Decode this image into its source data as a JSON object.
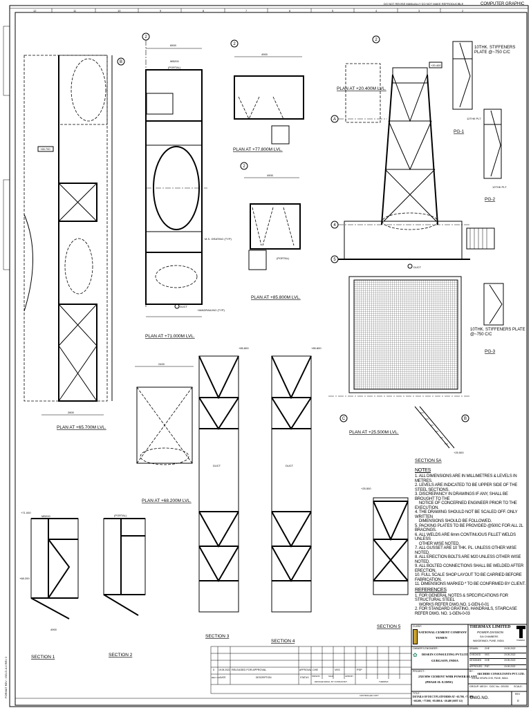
{
  "sheet": {
    "top_note": "COMPUTER GRAPHIC",
    "top_right_note": "DO NOT REVISE MANUALLY   DO NOT MAKE REPRODUCIBLE",
    "grid_numbers": [
      "12",
      "11",
      "10",
      "9",
      "8",
      "7",
      "6",
      "5",
      "4",
      "3",
      "2"
    ],
    "left_strip_text": "FORMAT REV : ISO-G-0-0 REV 2"
  },
  "views": {
    "plan_65700": "PLAN AT +65.700M LVL.",
    "plan_71000": "PLAN AT +71.000M LVL.",
    "plan_77800": "PLAN AT +77.800M LVL.",
    "plan_85800": "PLAN AT +85.800M LVL.",
    "plan_20400": "PLAN AT +20.400M LVL.",
    "plan_25500": "PLAN AT +25.500M LVL.",
    "plan_68200": "PLAN AT +68.200M LVL.",
    "section_1": "SECTION 1",
    "section_2": "SECTION 2",
    "section_3": "SECTION 3",
    "section_4": "SECTION 4",
    "section_5": "SECTION 5",
    "section_5a": "SECTION 5A",
    "pg1": "PG-1",
    "pg2": "PG-2",
    "pg3": "PG-3"
  },
  "annotations": {
    "grid_2": "2",
    "grid_a": "A",
    "grid_b": "B",
    "grid_c": "C",
    "grid_4": "4",
    "grid_5": "5",
    "duct": "DUCT",
    "portal": "(PORTAL)",
    "mb200": "MB200",
    "dim_6500": "6500",
    "dim_4900": "4900",
    "dim_2400": "2400",
    "dim_2800": "2800",
    "lvl_71000": "+71.000",
    "lvl_68200": "+68.200",
    "lvl_65700": "+65.700",
    "lvl_85800": "+85.800",
    "lvl_77800": "+77.800",
    "lvl_25500": "+25.500",
    "lvl_20400": "+20.400",
    "stiffener": "10THK. STIFFENERS PLATE @~750 C/C",
    "plt": "12THK PLT",
    "handrailing": "HANDRAILING (TYP)",
    "grating": "M.S. GRATING (TYP)"
  },
  "notes": {
    "heading": "NOTES",
    "items": [
      "1. ALL DIMENSIONS ARE IN MILLIMETRES & LEVELS IN METRES.",
      "2. LEVELS ARE INDICATED TO BE UPPER SIDE OF THE STEEL SECTIONS.",
      "3. DISCREPANCY IN DRAWINGS IF ANY, SHALL BE BROUGHT TO THE",
      "    NOTICE OF CONCERNED ENGINEER PRIOR TO THE EXECUTION.",
      "4. THE DRAWING SHOULD NOT BE SCALED OFF. ONLY WRITTEN",
      "    DIMENSIONS SHOULD BE FOLLOWED.",
      "5. PACKING PLATES TO BE PROVIDED @500C FOR ALL 2L BRACINGS.",
      "6. ALL WELDS ARE 6mm CONTINUOUS FILLET WELDS UNLESS",
      "    OTHER WISE NOTED.",
      "7. ALL GUSSET ARE 10 THK. PL. UNLESS OTHER WISE NOTED.",
      "8. ALL ERECTION BOLTS ARE M20 UNLESS OTHER WISE NOTED.",
      "9. ALL BOLTED CONNECTIONS SHALL BE WELDED AFTER ERECTION.",
      "10. FULL SCALE SHOP LAYOUT TO BE CARRIED BEFORE FABRICATION.",
      "11. DIMENSIONS MARKED * TO BE CONFIRMED BY CLIENT."
    ],
    "references_heading": "REFERENCES",
    "references": [
      "1. FOR GENERAL NOTES & SPECIFICATIONS FOR STRUCTURAL STEEL",
      "    WORKS REFER DWG.NO. 1-GEN-0-01",
      "2. FOR STANDARD GRATING, HANDRAILS, STAIRCASE REFER DWG. NO. 1-GEN-0-03"
    ]
  },
  "title_block": {
    "client_label": "CLIENT:",
    "client_name": "NATIONAL CEMENT COMPANY",
    "client_country": "YEMEN",
    "company": "THERMAX LIMITED",
    "division": "POWER DIVISION",
    "address1": "SAI CHAMBERS",
    "address2": "WAKDEWADI, PUNE, INDIA",
    "logo_text": "THERMAX",
    "owner_label": "OWNER'S ENGINEER :",
    "owner_name": "DESEIN CONSULTING PVT.LTD",
    "owner_city": "GURGAON, INDIA",
    "signatures": [
      {
        "role": "DRAWN",
        "initials": "CHE",
        "date": "19.09.2022"
      },
      {
        "role": "CHECKED",
        "initials": "VKS",
        "date": "19.09.2022"
      },
      {
        "role": "DESIGNED",
        "initials": "CHE",
        "date": "19.09.2022"
      },
      {
        "role": "APPROVED",
        "initials": "PSP",
        "date": "19.09.2022"
      }
    ],
    "project_label": "PROJECT :",
    "project": "2X8 MW CEMENT WHR POWER PLANT",
    "project_phase": "(PHASE-II: 8.5MW)",
    "consultant_label": "BY :",
    "consultant": "ARCHIDE CONSULTANTS PVT. LTD.",
    "consultant_addr": "4-6-SAI KRUPA CHS, PUNE, INDIA",
    "title_label": "TITLE :",
    "title": "DETAILS OF DUCT PLATFORMS AT +65.700, +71.000,",
    "title2": "+68.200, +77.800, +85.800 & +20.400 (SHT 1/2)",
    "group": "GROUP:  MECH",
    "doc_no": "DOC No.: DS030",
    "scale": "SCALE:",
    "dwg_no_label": "DWG.NO.",
    "rev_label": "REV",
    "rev": "0"
  },
  "revisions": {
    "rows": [
      {
        "no": "0",
        "date": "19.09.2022",
        "description": "RELEASED FOR APPROVAL",
        "status": "APPROVAL",
        "drawn": "CHE",
        "checked": "VKS",
        "approved": "PSP"
      }
    ],
    "headers": {
      "no": "REV. NO",
      "date": "DATE",
      "description": "DESCRIPTION",
      "status": "STATUS",
      "prep": "PRPD BY",
      "appr": "APPR BY",
      "sign": "SIGN",
      "detailed": "DETAILED ENGG. BY CONSULTANT",
      "thermax": "THERMAX"
    },
    "bottom_strip": "CONTROLLED COPY"
  }
}
